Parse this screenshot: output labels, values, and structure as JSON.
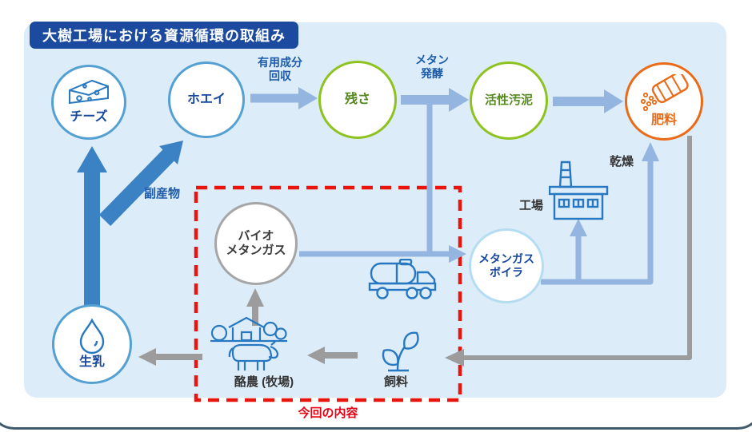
{
  "title": "大樹工場における資源循環の取組み",
  "caption": "今回の内容",
  "nodes": {
    "cheese": {
      "label": "チーズ"
    },
    "whey": {
      "label": "ホエイ"
    },
    "residue": {
      "label": "残さ"
    },
    "sludge": {
      "label": "活性汚泥"
    },
    "fertilizer": {
      "label": "肥料"
    },
    "biogas": {
      "line1": "バイオ",
      "line2": "メタンガス"
    },
    "boiler": {
      "line1": "メタンガス",
      "line2": "ボイラ"
    },
    "milk": {
      "label": "生乳"
    }
  },
  "labels": {
    "useful_recovery": {
      "line1": "有用成分",
      "line2": "回収"
    },
    "methane_fermentation": {
      "line1": "メタン",
      "line2": "発酵"
    },
    "byproduct": "副産物",
    "drying": "乾燥",
    "factory": "工場",
    "dairy_farm": "酪農 (牧場)",
    "feed": "飼料"
  },
  "flows": [
    {
      "from": "生乳",
      "to": "チーズ"
    },
    {
      "from": "生乳",
      "to": "ホエイ",
      "label": "副産物"
    },
    {
      "from": "ホエイ",
      "to": "残さ",
      "label": "有用成分回収"
    },
    {
      "from": "残さ",
      "to": "活性汚泥",
      "label": "メタン発酵"
    },
    {
      "from": "活性汚泥",
      "to": "肥料"
    },
    {
      "from": "残さ",
      "to": "メタンガスボイラ"
    },
    {
      "from": "バイオメタンガス",
      "to": "メタンガスボイラ"
    },
    {
      "from": "メタンガスボイラ",
      "to": "工場"
    },
    {
      "from": "メタンガスボイラ",
      "to": "肥料",
      "label": "乾燥"
    },
    {
      "from": "酪農 (牧場)",
      "to": "バイオメタンガス"
    },
    {
      "from": "飼料",
      "to": "酪農 (牧場)"
    },
    {
      "from": "肥料",
      "to": "飼料"
    },
    {
      "from": "酪農 (牧場)",
      "to": "生乳"
    }
  ],
  "colors": {
    "panel_bg": "#dcecf8",
    "title_bg": "#1b4a9f",
    "node_blue": "#55a0d3",
    "node_green": "#8ec31f",
    "node_orange": "#ea6a15",
    "node_gray": "#a6a6a6",
    "node_sky": "#b5ddf2",
    "text_blue": "#17479e",
    "text_green": "#55881f",
    "arrow_light_blue": "#93b5df",
    "arrow_dark_blue": "#3b82c4",
    "arrow_gray": "#9c9c9c",
    "highlight_red": "#e8150f",
    "icon_blue": "#2778c0",
    "frame_border": "#3e5a6d"
  }
}
